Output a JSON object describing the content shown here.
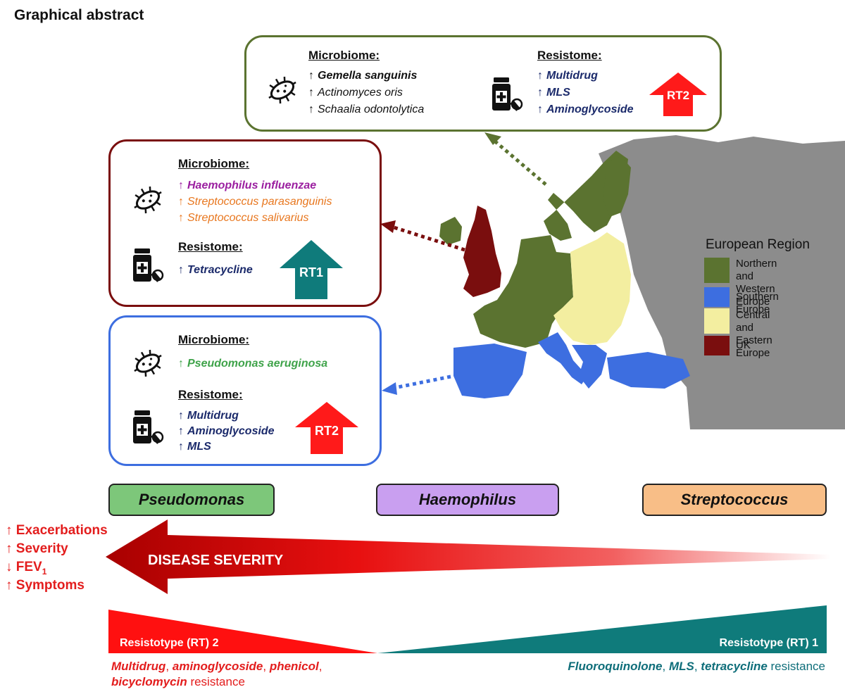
{
  "title": "Graphical abstract",
  "panels": {
    "top": {
      "microbiome_header": "Microbiome:",
      "microbiome": [
        "Gemella sanguinis",
        "Actinomyces oris",
        "Schaalia odontolytica"
      ],
      "resistome_header": "Resistome:",
      "resistome": [
        "Multidrug",
        "MLS",
        "Aminoglycoside"
      ],
      "badge": "RT2",
      "arrow": "↑"
    },
    "uk": {
      "microbiome_header": "Microbiome:",
      "microbiome": [
        "Haemophilus influenzae",
        "Streptococcus parasanguinis",
        "Streptococcus salivarius"
      ],
      "resistome_header": "Resistome:",
      "resistome": [
        "Tetracycline"
      ],
      "badge": "RT1",
      "arrow": "↑"
    },
    "south": {
      "microbiome_header": "Microbiome:",
      "microbiome": [
        "Pseudomonas aeruginosa"
      ],
      "resistome_header": "Resistome:",
      "resistome": [
        "Multidrug",
        "Aminoglycoside",
        "MLS"
      ],
      "badge": "RT2",
      "arrow": "↑"
    }
  },
  "legend": {
    "title": "European Region",
    "items": [
      {
        "label_1": "Northern and",
        "label_2": "Western Europe",
        "color": "#5b7330"
      },
      {
        "label_1": "Southern Europe",
        "label_2": "",
        "color": "#3d6ee0"
      },
      {
        "label_1": "Central and",
        "label_2": "Eastern Europe",
        "color": "#f3eea0"
      },
      {
        "label_1": "UK",
        "label_2": "",
        "color": "#7a0e0e"
      }
    ]
  },
  "map_colors": {
    "other": "#8c8c8c",
    "north_west": "#5b7330",
    "south": "#3d6ee0",
    "central_east": "#f3eea0",
    "uk": "#7a0e0e"
  },
  "genera": [
    {
      "name": "Pseudomonas",
      "color": "#7dc77a"
    },
    {
      "name": "Haemophilus",
      "color": "#c99ff0"
    },
    {
      "name": "Streptococcus",
      "color": "#f8be87"
    }
  ],
  "outcomes": {
    "exacerbations": "↑ Exacerbations",
    "severity": "↑ Severity",
    "fev_prefix": "↓ FEV",
    "fev_sub": "1",
    "symptoms": "↑ Symptoms"
  },
  "severity_arrow_label": "DISEASE SEVERITY",
  "resistotypes": {
    "rt2_label": "Resistotype (RT) 2",
    "rt1_label": "Resistotype (RT) 1",
    "rt2_desc": {
      "t1": "Multidrug",
      "s1": ", ",
      "t2": "aminoglycoside",
      "s2": ", ",
      "t3": "phenicol",
      "s3": ",",
      "t4": "bicyclomycin",
      "s4": " resistance"
    },
    "rt1_desc": {
      "t1": "Fluoroquinolone",
      "s1": ", ",
      "t2": "MLS",
      "s2": ", ",
      "t3": "tetracycline",
      "s3": " resistance"
    }
  },
  "colors": {
    "red": "#e31d1d",
    "teal": "#0f7b7b",
    "navy": "#1b2a6b"
  }
}
